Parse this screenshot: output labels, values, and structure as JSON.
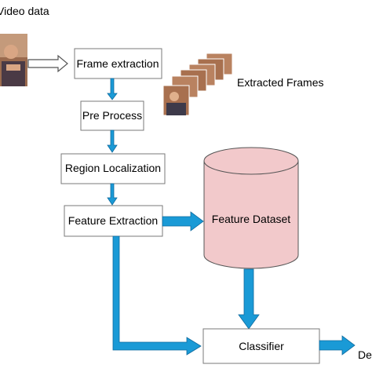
{
  "labels": {
    "video_data": "Video data",
    "extracted_frames": "Extracted Frames",
    "decision": "Decision"
  },
  "boxes": {
    "frame_extraction": "Frame extraction",
    "pre_process": "Pre Process",
    "region_localization": "Region Localization",
    "feature_extraction": "Feature Extraction",
    "feature_dataset": "Feature Dataset",
    "classifier": "Classifier"
  },
  "colors": {
    "arrow_blue": "#1a9ad6",
    "arrow_blue_dark": "#0e6a9e",
    "dataset_fill": "#f2c9cb",
    "box_stroke": "#7a7a7a"
  }
}
